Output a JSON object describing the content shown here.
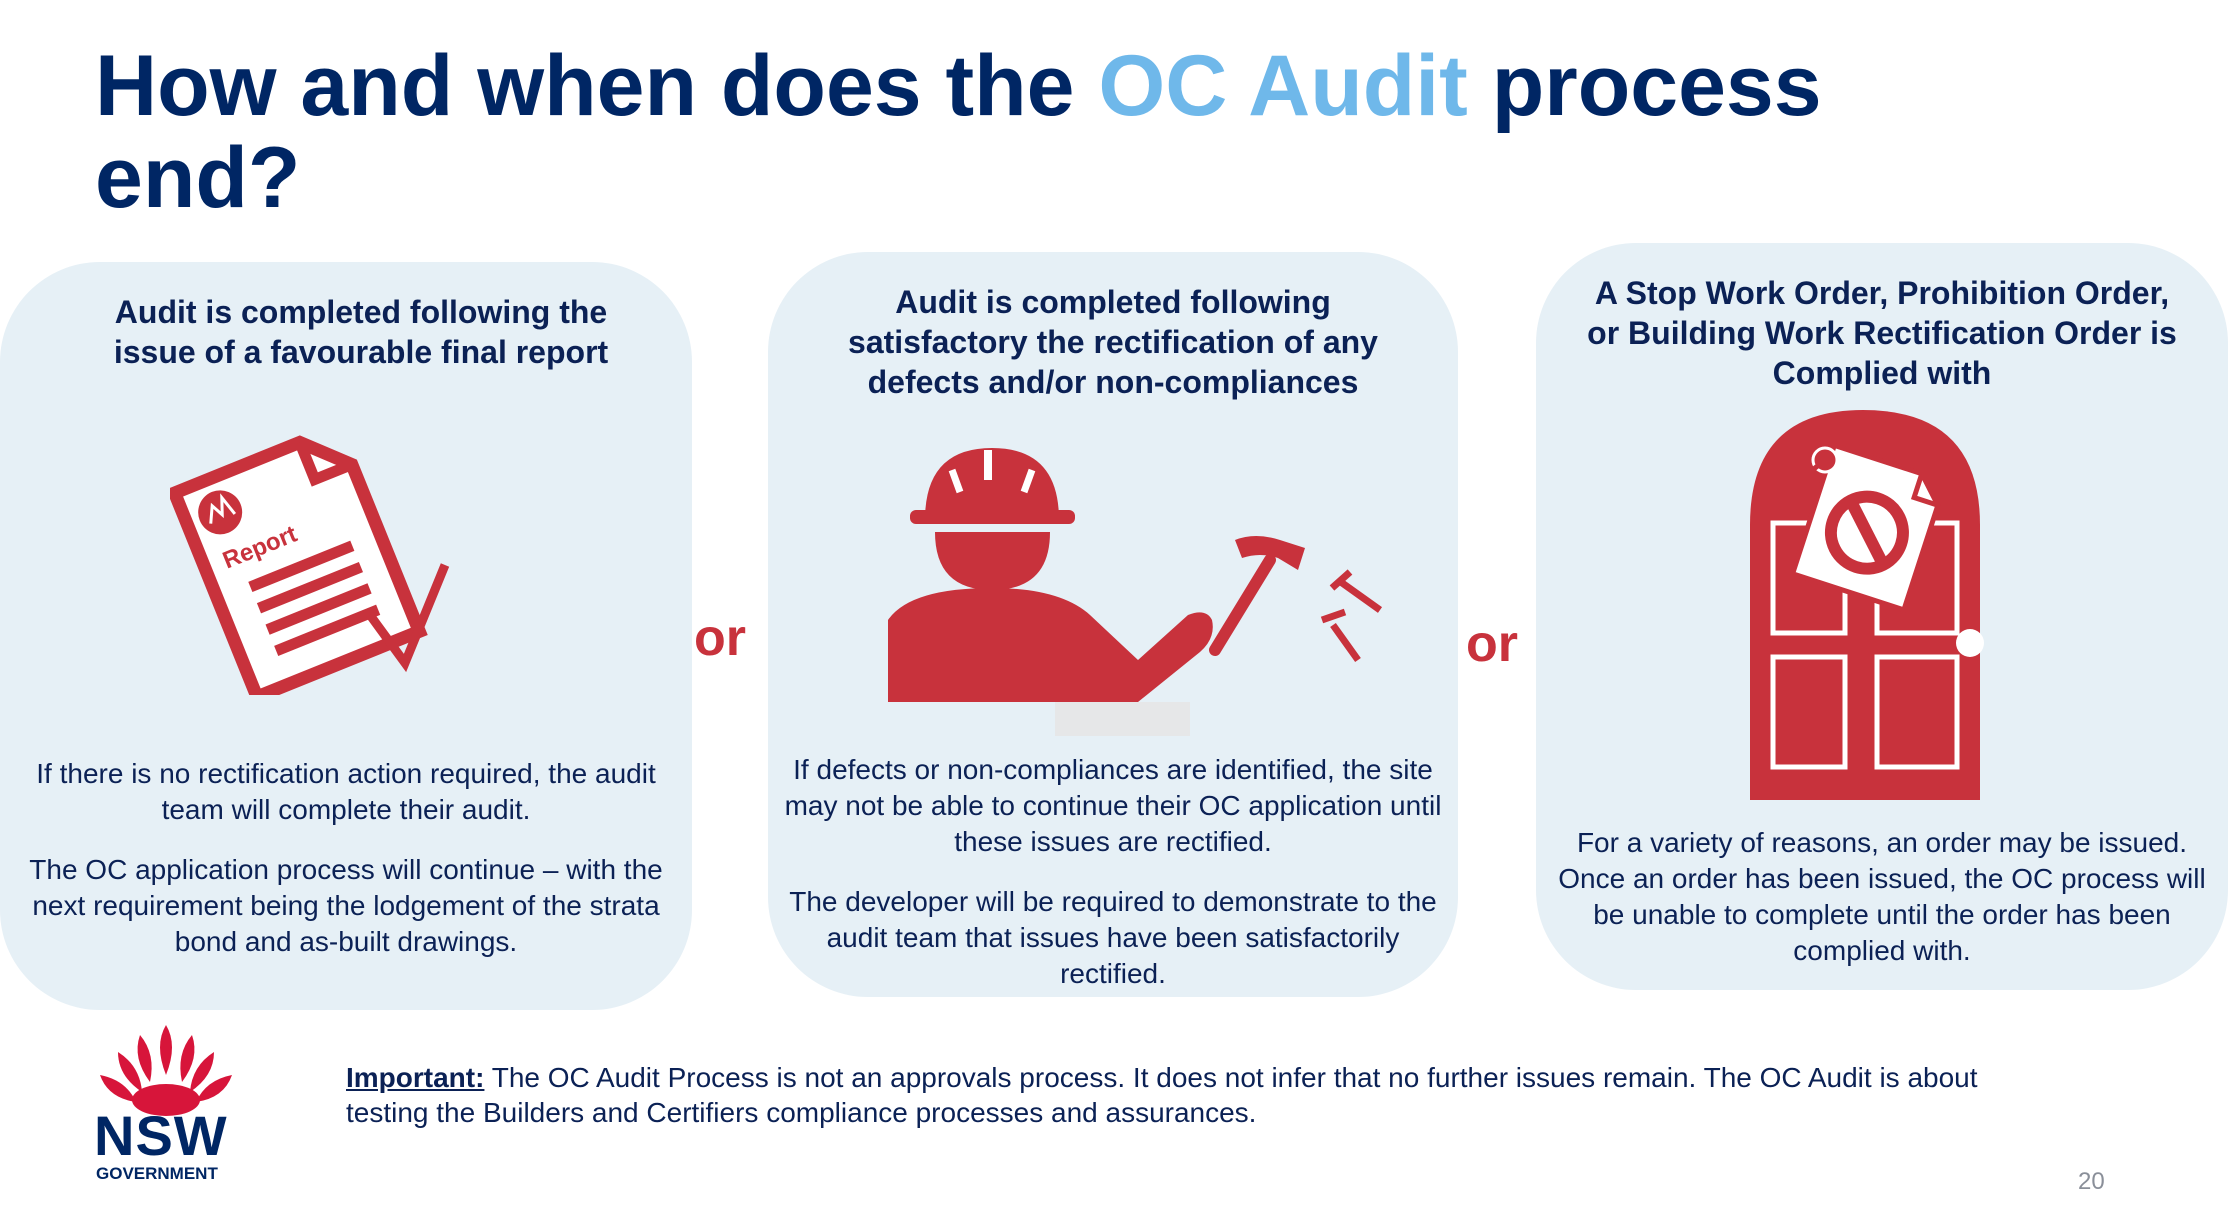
{
  "title": {
    "part1": "How and when does the ",
    "highlight": "OC Audit",
    "part2": " process end?"
  },
  "cards": [
    {
      "heading": "Audit is completed following the issue of a favourable final report",
      "icon_label": "Report",
      "body": [
        "If there is no rectification action required, the audit team will complete their audit.",
        "The OC application process will continue – with the next requirement being the lodgement of the strata bond and as-built drawings."
      ]
    },
    {
      "heading": "Audit is completed following satisfactory  the rectification of any defects and/or non-compliances",
      "body": [
        "If defects or non-compliances are identified, the site may not be able to continue their OC application until these issues are rectified.",
        "The developer will be required to demonstrate to the audit team that issues have been satisfactorily rectified."
      ]
    },
    {
      "heading": "A Stop Work Order, Prohibition Order, or Building Work Rectification Order is Complied with",
      "body": [
        "For a variety of reasons, an order may be issued. Once an order has been issued, the OC process will be unable to complete until the order has been complied with."
      ]
    }
  ],
  "separators": [
    "or",
    "or"
  ],
  "important": {
    "label": "Important:",
    "text": " The OC Audit Process is not an approvals process. It does not infer that no further issues remain. The OC Audit is about testing the Builders and Certifiers compliance processes and assurances."
  },
  "logo": {
    "word": "NSW",
    "sub": "GOVERNMENT"
  },
  "page_number": "20",
  "colors": {
    "navy": "#002664",
    "accent_blue": "#6fb8ea",
    "red": "#c8323c",
    "card_bg": "#e6f0f6"
  },
  "icons": [
    "report-icon",
    "construction-worker-icon",
    "hammer-icon",
    "door-order-icon",
    "waratah-logo-icon"
  ]
}
